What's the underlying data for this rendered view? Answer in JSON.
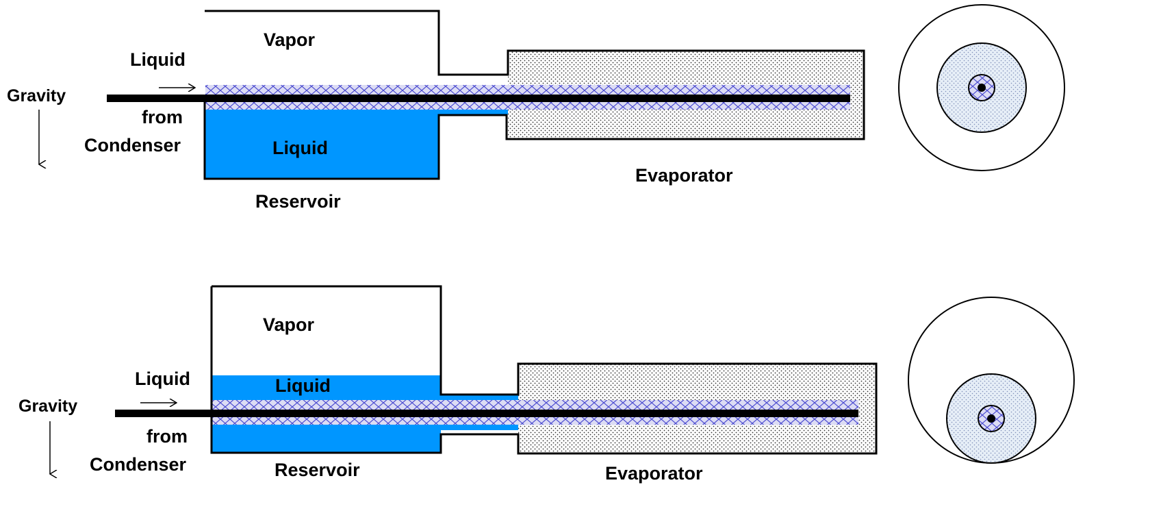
{
  "colors": {
    "liquid": "#0096ff",
    "wick_line": "#4a4ad0",
    "wick_bg": "#dcdcf4",
    "porous_dot": "#333333",
    "core_fill": "#d9e6f2",
    "stroke": "#000000"
  },
  "top": {
    "vapor": "Vapor",
    "liquid_in_line1": "Liquid",
    "liquid_in_line2": "from",
    "liquid_in_line3": "Condenser",
    "gravity": "Gravity",
    "reservoir_liquid": "Liquid",
    "reservoir": "Reservoir",
    "evaporator": "Evaporator"
  },
  "bottom": {
    "vapor": "Vapor",
    "liquid_in_line1": "Liquid",
    "liquid_in_line2": "from",
    "liquid_in_line3": "Condenser",
    "gravity": "Gravity",
    "reservoir_liquid": "Liquid",
    "reservoir": "Reservoir",
    "evaporator": "Evaporator"
  }
}
